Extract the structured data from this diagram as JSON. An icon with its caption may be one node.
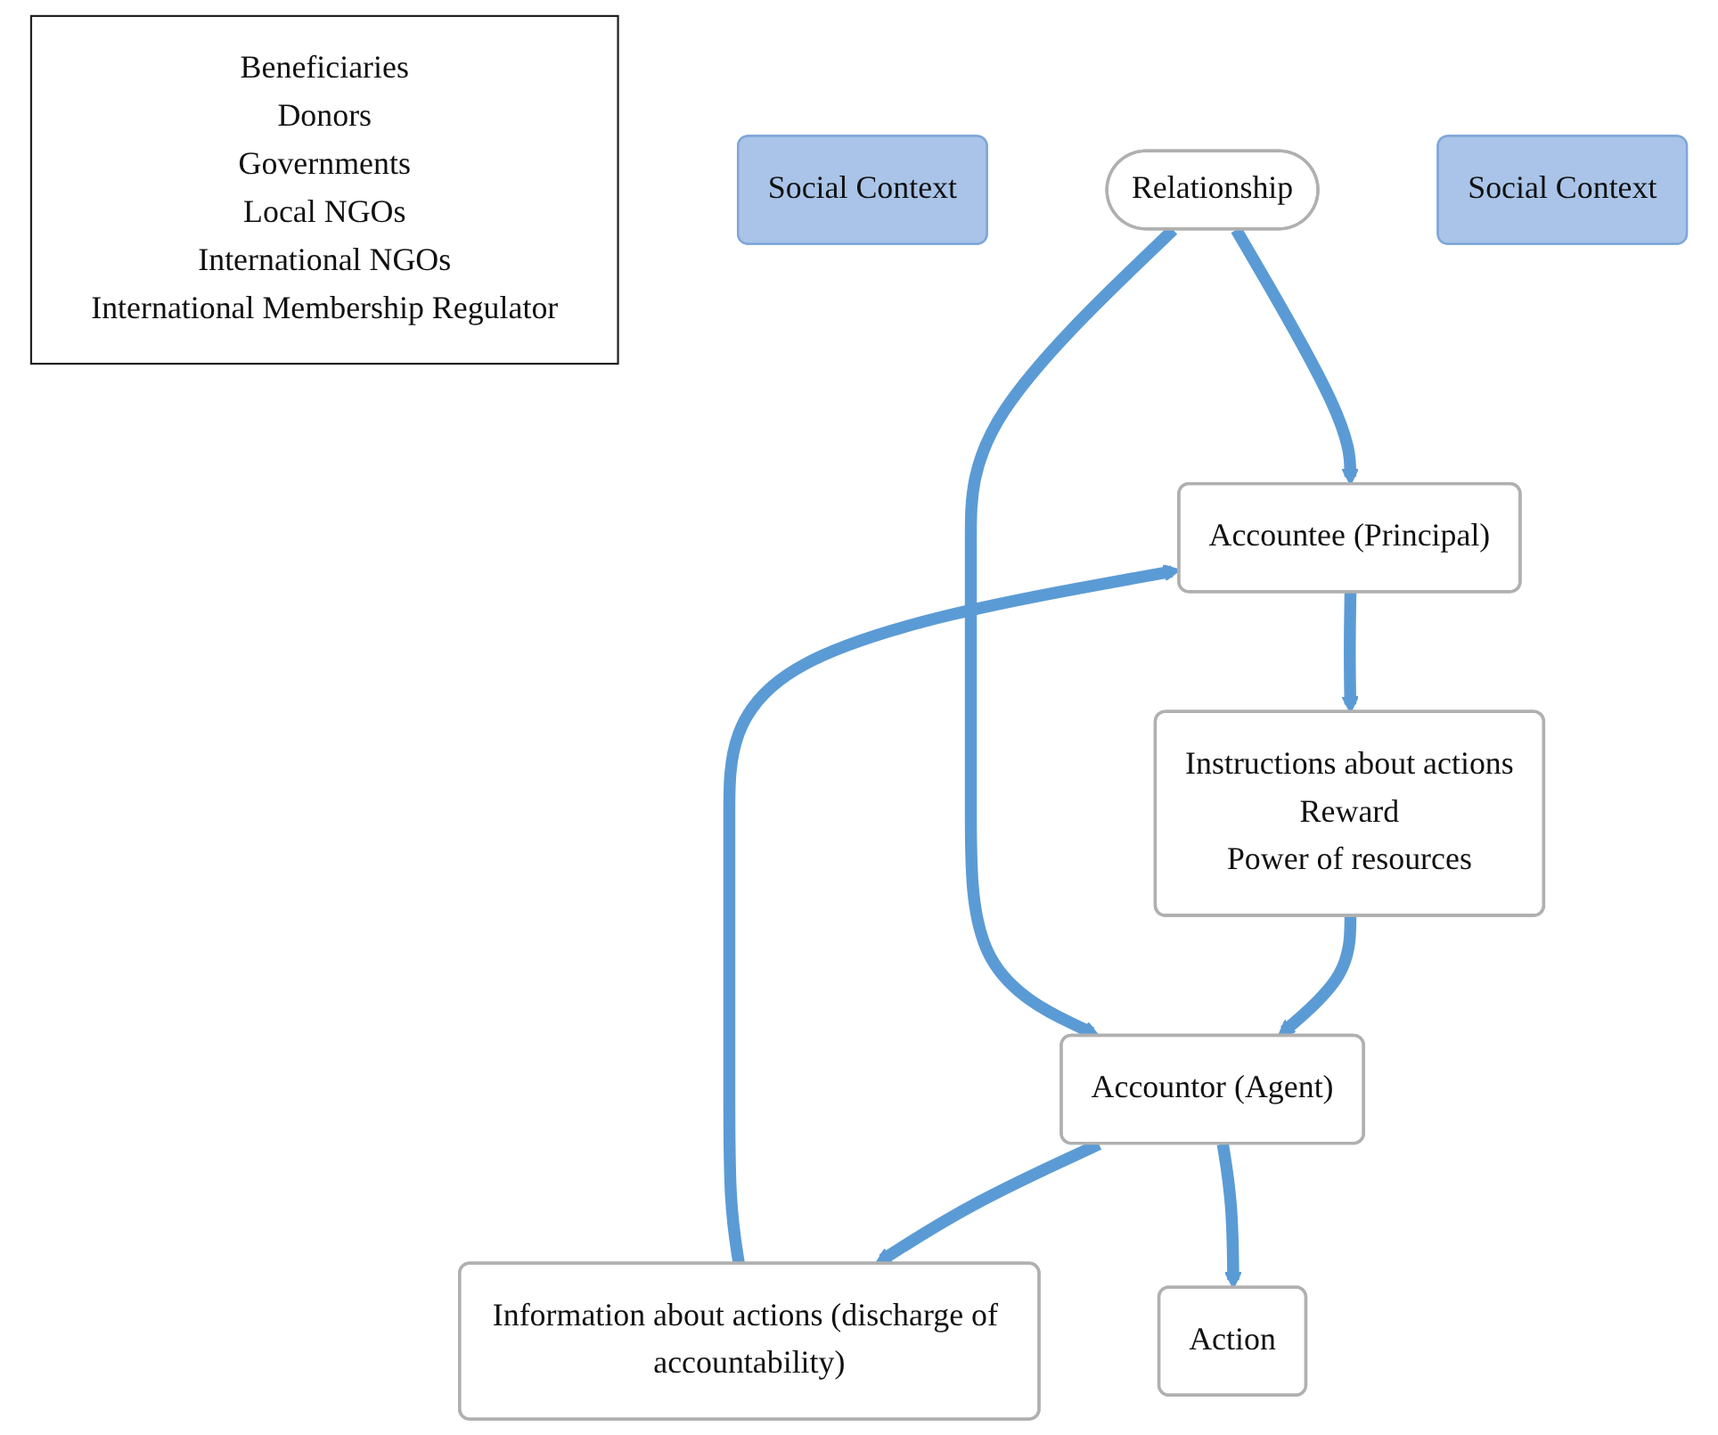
{
  "diagram": {
    "nodes": [
      {
        "text": [
          "Beneficiaries",
          "Donors",
          "Governments",
          "Local NGOs",
          "International NGOs",
          "International Membership Regulator"
        ]
      },
      {
        "text": [
          "Social Context"
        ]
      },
      {
        "text": [
          "Accountee (Principal)"
        ]
      },
      {
        "text": [
          "Instructions about actions",
          "Reward",
          "Power of resources"
        ]
      },
      {
        "text": [
          "Relationship"
        ]
      },
      {
        "text": [
          "Information about actions (discharge of accountability)"
        ]
      },
      {
        "text": [
          "Accountor (Agent)"
        ]
      },
      {
        "text": [
          "Social Context"
        ]
      },
      {
        "text": [
          "Action"
        ]
      }
    ],
    "edges": [
      {
        "from": 2,
        "to": 3,
        "arrow": "to"
      },
      {
        "from": 3,
        "to": 6,
        "arrow": "to"
      },
      {
        "from": 6,
        "to": 5,
        "arrow": "to"
      },
      {
        "from": 5,
        "to": 2,
        "arrow": "to"
      },
      {
        "from": 4,
        "to": 2,
        "arrow": "to"
      },
      {
        "from": 4,
        "to": 6,
        "arrow": "to"
      },
      {
        "from": 6,
        "to": 8,
        "arrow": "to"
      }
    ]
  }
}
